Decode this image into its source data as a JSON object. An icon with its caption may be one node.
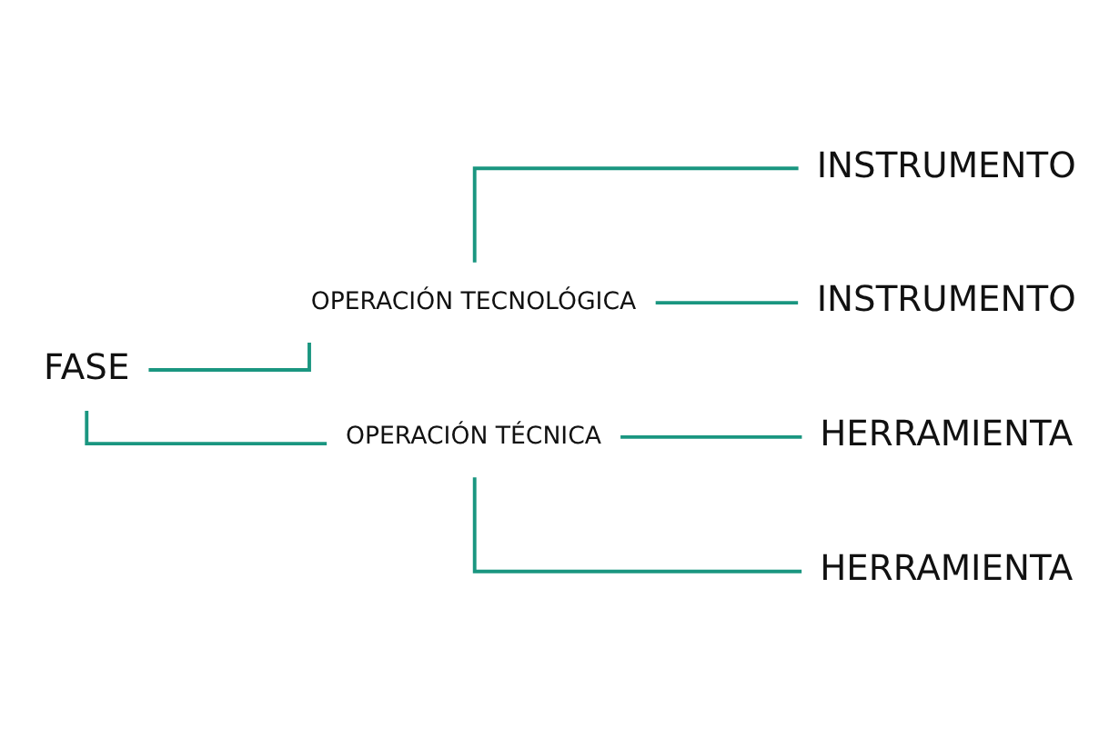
{
  "diagram": {
    "nodes": [
      {
        "text": [
          "FASE"
        ]
      },
      {
        "text": [
          "OPERACIÓN TECNOLÓGICA"
        ]
      },
      {
        "text": [
          "OPERACIÓN TÉCNICA"
        ]
      },
      {
        "text": [
          "INSTRUMENTO"
        ]
      },
      {
        "text": [
          "INSTRUMENTO"
        ]
      },
      {
        "text": [
          "HERRAMIENTA"
        ]
      },
      {
        "text": [
          "HERRAMIENTA"
        ]
      }
    ],
    "edges": [
      {
        "from": 0,
        "to": 1,
        "arrow": "none"
      },
      {
        "from": 0,
        "to": 2,
        "arrow": "none"
      },
      {
        "from": 1,
        "to": 3,
        "arrow": "none"
      },
      {
        "from": 1,
        "to": 4,
        "arrow": "none"
      },
      {
        "from": 2,
        "to": 5,
        "arrow": "none"
      },
      {
        "from": 2,
        "to": 6,
        "arrow": "none"
      }
    ]
  }
}
